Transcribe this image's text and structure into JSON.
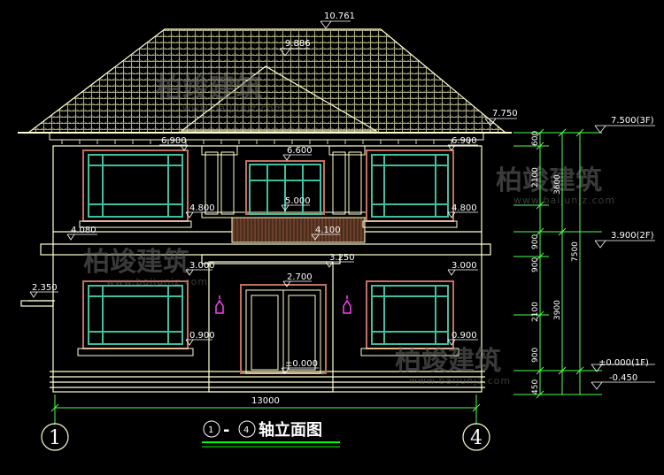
{
  "elevations": {
    "ridge": "10.761",
    "gable_top": "9.886",
    "eave": "7.750",
    "sill_2f_left": "6.900",
    "sill_2f_right": "6.900",
    "door_2f_top": "6.600",
    "balcony_top": "5.000",
    "win_2f_bottom_left": "4.800",
    "win_2f_bottom_right": "4.800",
    "band_2f_left": "4.080",
    "balcony_bottom": "4.100",
    "canopy": "3.250",
    "win_1f_top_left": "3.000",
    "win_1f_top_right": "3.000",
    "door_1f_top": "2.700",
    "porch_roof": "2.350",
    "win_1f_bottom_left": "0.900",
    "win_1f_bottom_right": "0.900",
    "floor_1f": "±0.000"
  },
  "right_levels": {
    "level_3f": "7.500(3F)",
    "level_2f": "3.900(2F)",
    "level_1f": "±0.000(1F)",
    "ground": "-0.450"
  },
  "dims_vertical_inner": [
    "600",
    "2100",
    "900",
    "900",
    "2100",
    "900",
    "450"
  ],
  "dims_vertical_mid": [
    "3600",
    "3900"
  ],
  "dims_vertical_outer": [
    "7500"
  ],
  "dim_width": "13000",
  "axis_left": "1",
  "axis_right": "4",
  "drawing_title": {
    "circle_a": "1",
    "dash": "-",
    "circle_b": "4",
    "text": "轴立面图"
  },
  "watermark": {
    "brand": "柏竣建筑",
    "url": "www.baijunjz.com"
  },
  "colors": {
    "background": "#000000",
    "outline": "#ffffd0",
    "roof": "#e8e8b0",
    "wall": "#f0f0c8",
    "window_frame": "#3fbfa0",
    "window_trim": "#c07060",
    "dimension": "#4fff4f",
    "text": "#ffffff",
    "lamp": "#ff40ff",
    "title_underline": "#00ff00"
  }
}
